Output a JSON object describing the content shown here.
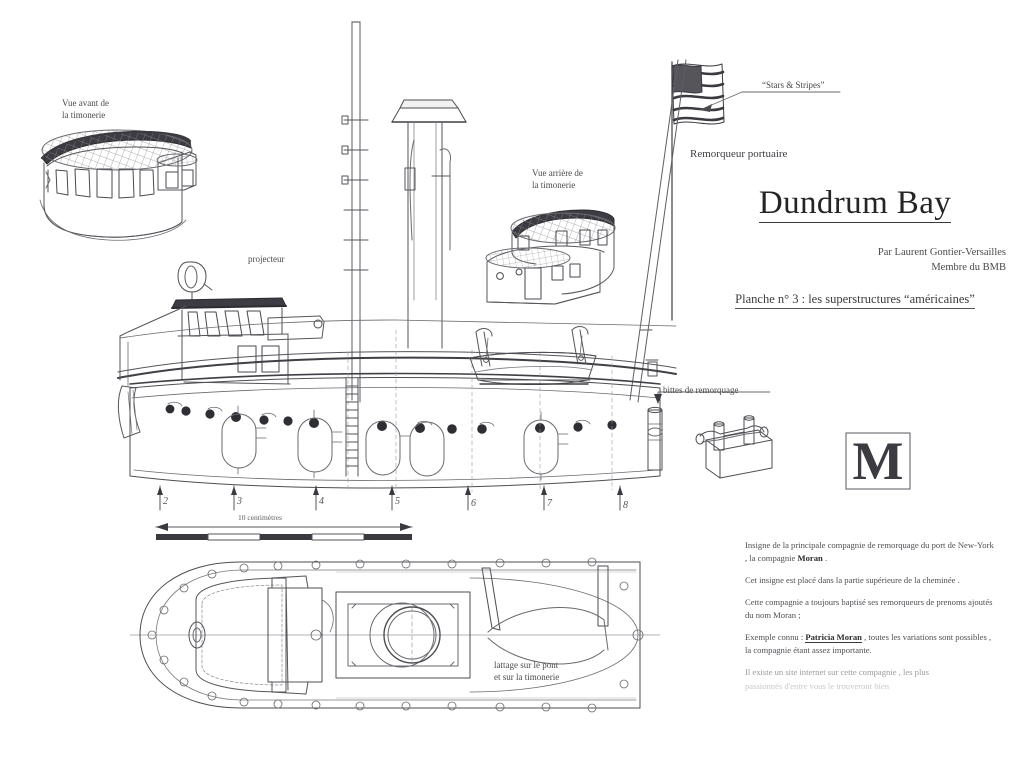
{
  "sheet": {
    "background": "#ffffff",
    "ink": "#4a4a4a",
    "ink_dark": "#2b2b2b"
  },
  "title_block": {
    "title": "Dundrum Bay",
    "author_line1": "Par Laurent Gontier-Versailles",
    "author_line2": "Membre  du BMB",
    "plate": "Planche n° 3 : les superstructures “américaines”"
  },
  "annotations": {
    "front_wheelhouse": "Vue avant de\nla timonerie",
    "rear_wheelhouse": "Vue arrière de\nla timonerie",
    "searchlight": "projecteur",
    "flag": "“Stars & Stripes”",
    "tug_type": "Remorqueur portuaire",
    "bitts": "bittes de remorquage",
    "deck_planking": "lattage sur le pont\net sur la timonerie",
    "scale_caption": "10 centimètres"
  },
  "station_marks": [
    "2",
    "3",
    "4",
    "5",
    "6",
    "7",
    "8"
  ],
  "notes": {
    "p1_a": "Insigne de la principale compagnie de remorquage du port de New-York , la compagnie ",
    "p1_b": "Moran",
    "p1_c": " .",
    "p2": "Cet insigne est placé dans la partie supérieure de la cheminée .",
    "p3": "Cette compagnie a toujours baptisé ses remorqueurs de prenoms ajoutés du nom Moran ;",
    "p4_a": "Exemple connu : ",
    "p4_b": "Patricia Moran",
    "p4_c": " , toutes les variations sont possibles , la compagnie étant assez importante.",
    "p5_a": "Il existe un site internet sur cette compagnie , les plus",
    "p5_b": "passionnés d'entre vous le trouveront bien"
  },
  "logo": {
    "letter": "M",
    "company": "Moran"
  }
}
